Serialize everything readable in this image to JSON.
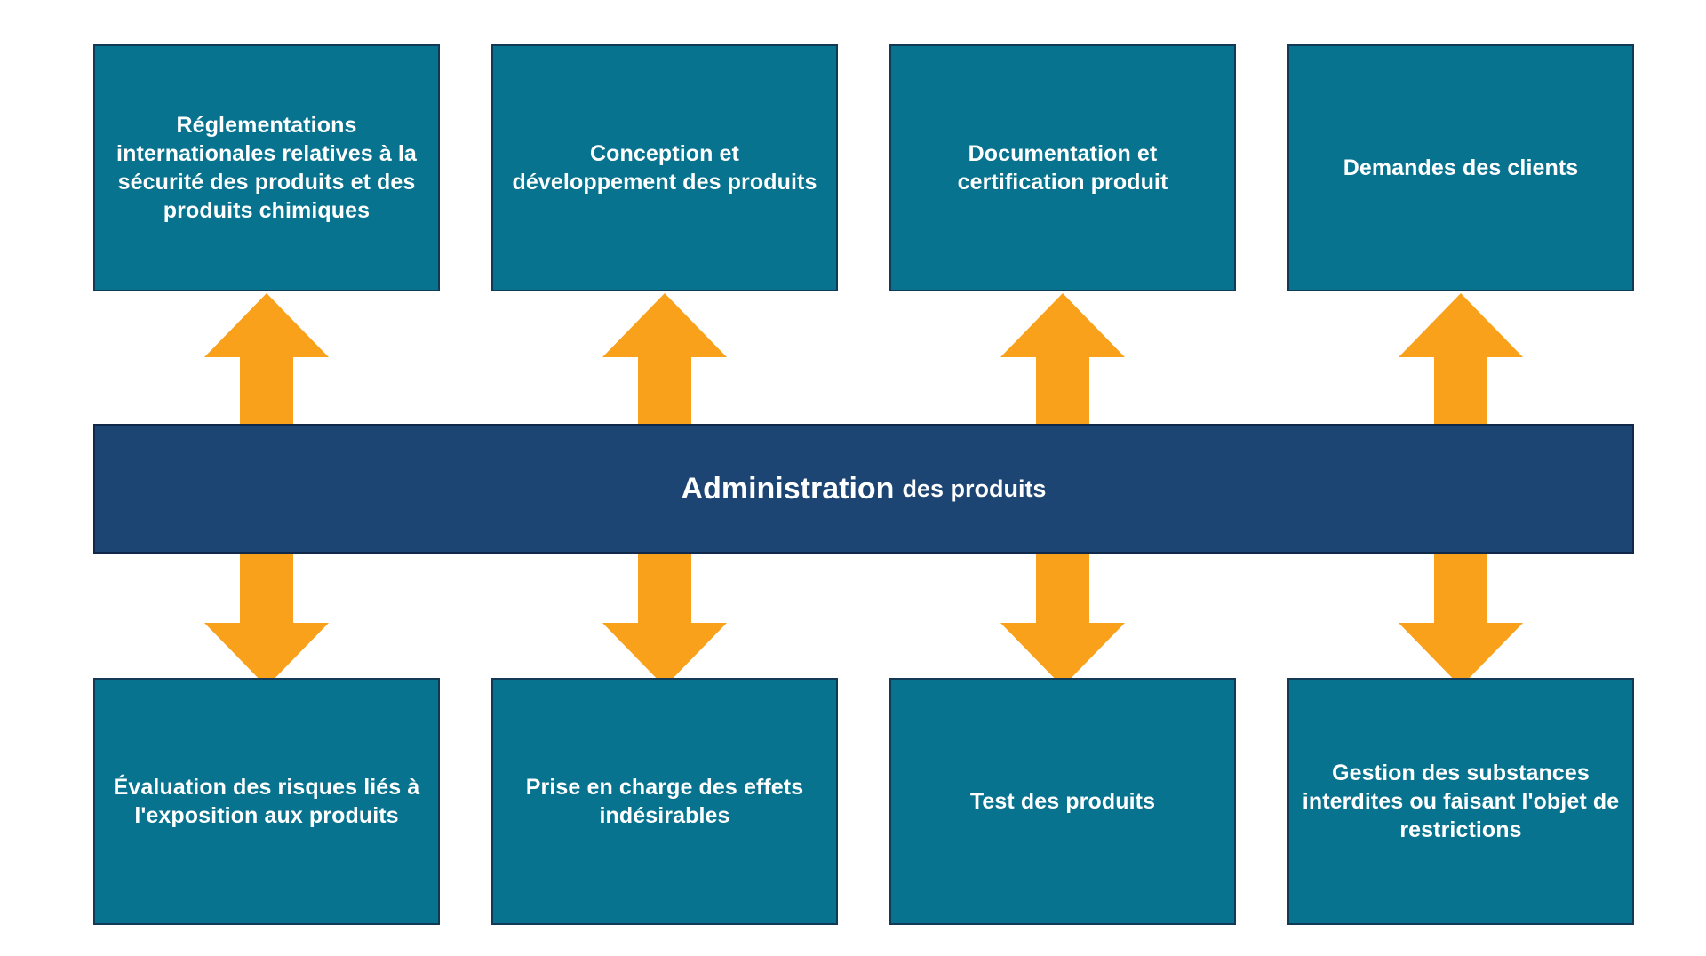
{
  "diagram": {
    "title": "Administration des produits",
    "colors": {
      "box_fill": "#07738F",
      "box_border": "#123a56",
      "banner_fill": "#1C4574",
      "banner_border": "#10294a",
      "arrow_fill": "#F9A11B",
      "text": "#FFFFFF",
      "background": "#FFFFFF"
    },
    "center": {
      "label_strong": "Administration",
      "label_rest": "des produits"
    },
    "top_row": [
      {
        "label": "Réglementations internationales relatives à la sécurité des produits et des produits chimiques"
      },
      {
        "label": "Conception et développement des produits"
      },
      {
        "label": "Documentation et certification produit"
      },
      {
        "label": "Demandes des clients"
      }
    ],
    "bottom_row": [
      {
        "label": "Évaluation des risques liés à l'exposition aux produits"
      },
      {
        "label": "Prise en charge des effets indésirables"
      },
      {
        "label": "Test des produits"
      },
      {
        "label": "Gestion des substances interdites ou faisant l'objet de restrictions"
      }
    ],
    "arrows_up": [
      {
        "name": "arrow-up-regulations"
      },
      {
        "name": "arrow-up-design"
      },
      {
        "name": "arrow-up-documentation"
      },
      {
        "name": "arrow-up-customer-requests"
      }
    ],
    "arrows_down": [
      {
        "name": "arrow-down-risk-assessment"
      },
      {
        "name": "arrow-down-adverse-effects"
      },
      {
        "name": "arrow-down-product-testing"
      },
      {
        "name": "arrow-down-restricted-substances"
      }
    ]
  }
}
